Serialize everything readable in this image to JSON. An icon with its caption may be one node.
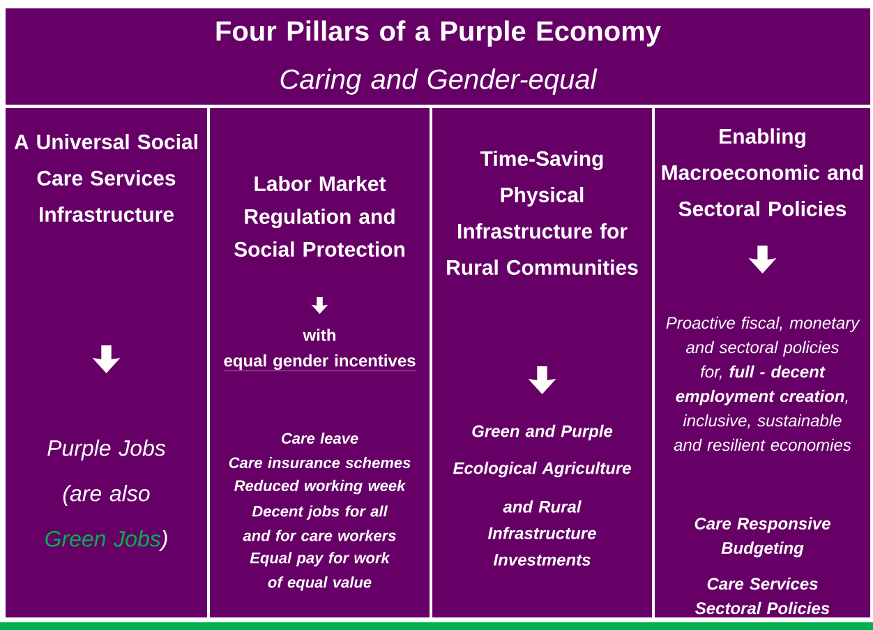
{
  "diagram": {
    "nodes": [
      {
        "text": [
          "Four Pillars of a Purple Economy",
          "Caring and Gender-equal"
        ]
      },
      {
        "text": [
          "A Universal Social Care Services Infrastructure",
          "Purple Jobs (are also",
          "Green Jobs",
          ")"
        ]
      },
      {
        "text": [
          "Labor Market Regulation and Social Protection",
          "with",
          "equal gender incentives",
          "Care leave",
          "Care insurance schemes",
          "Reduced working week",
          "Decent jobs for all and for care workers",
          "Equal pay for work of equal value"
        ]
      },
      {
        "text": [
          "Time-Saving Physical Infrastructure for Rural Communities",
          "Green and Purple",
          "Ecological Agriculture",
          "and Rural Infrastructure Investments"
        ]
      },
      {
        "text": [
          "Enabling Macroeconomic and Sectoral Policies",
          "Proactive fiscal, monetary and sectoral policies for, **full - decent employment creation**, inclusive, sustainable and resilient economies",
          "Care Responsive Budgeting",
          "Care Services Sectoral Policies"
        ]
      }
    ]
  }
}
